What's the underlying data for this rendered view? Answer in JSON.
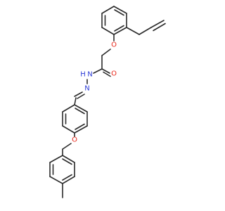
{
  "molecule": {
    "atom_labels": {
      "ether_O_top": "O",
      "carbonyl_O": "O",
      "amide_N": "N",
      "amide_H": "H",
      "imine_N": "N",
      "ether_O_bottom": "O"
    },
    "colors": {
      "bond": "#2b2b2b",
      "oxygen": "#e8281b",
      "nitrogen": "#2a3ad6",
      "hydrogen": "#2a3ad6"
    }
  }
}
